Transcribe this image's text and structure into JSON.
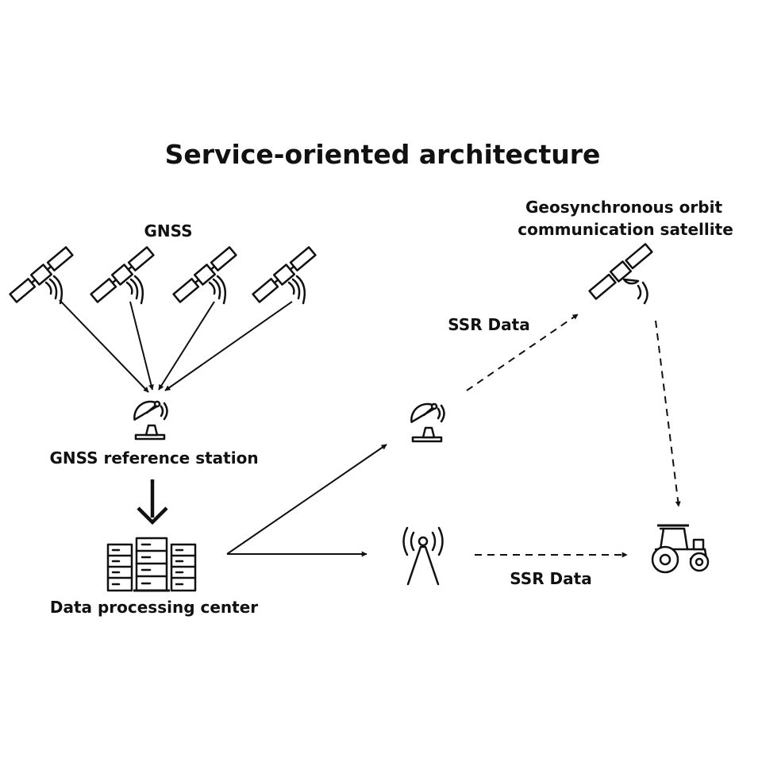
{
  "title": "Service-oriented architecture",
  "labels": {
    "gnss": "GNSS",
    "geo_line1": "Geosynchronous orbit",
    "geo_line2": "communication satellite",
    "ssr_upper": "SSR Data",
    "ssr_lower": "SSR Data",
    "reference_station": "GNSS reference station",
    "data_center": "Data processing center"
  },
  "icons": {
    "gnss_satellite": "satellite-icon",
    "geo_satellite": "satellite-dish-icon",
    "reference_station": "dish-antenna-icon",
    "uplink_dish": "dish-antenna-icon",
    "data_center": "server-rack-icon",
    "cell_tower": "radio-tower-icon",
    "tractor": "tractor-icon"
  },
  "colors": {
    "ink": "#111111",
    "background": "#ffffff"
  }
}
